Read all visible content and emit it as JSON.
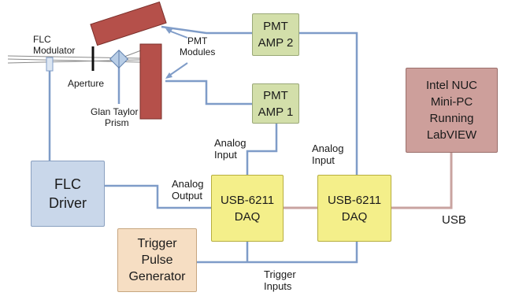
{
  "boxes": {
    "pmt_amp_2": [
      "PMT",
      "AMP 2"
    ],
    "pmt_amp_1": [
      "PMT",
      "AMP 1"
    ],
    "flc_driver": [
      "FLC",
      "Driver"
    ],
    "daq_left": [
      "USB-6211",
      "DAQ"
    ],
    "daq_right": [
      "USB-6211",
      "DAQ"
    ],
    "trigger_generator": [
      "Trigger",
      "Pulse",
      "Generator"
    ],
    "nuc": [
      "Intel NUC",
      "Mini-PC",
      "Running",
      "LabVIEW"
    ]
  },
  "labels": {
    "flc_modulator": [
      "FLC",
      "Modulator"
    ],
    "aperture": "Aperture",
    "glan_taylor": [
      "Glan Taylor",
      "Prism"
    ],
    "pmt_modules": [
      "PMT",
      "Modules"
    ],
    "analog_input_left": [
      "Analog",
      "Input"
    ],
    "analog_input_right": [
      "Analog",
      "Input"
    ],
    "analog_output": [
      "Analog",
      "Output"
    ],
    "usb": "USB",
    "trigger_inputs": [
      "Trigger",
      "Inputs"
    ]
  },
  "colors": {
    "wire": "#7f9cc8",
    "usb_wire": "#c9a3a0",
    "pmt_module": "#b5504a",
    "pmt_amp": "#d3dfaa",
    "daq": "#f4ef8a",
    "flc_driver": "#c9d7ea",
    "trigger_generator": "#f6dec3",
    "nuc": "#cd9f9b"
  }
}
